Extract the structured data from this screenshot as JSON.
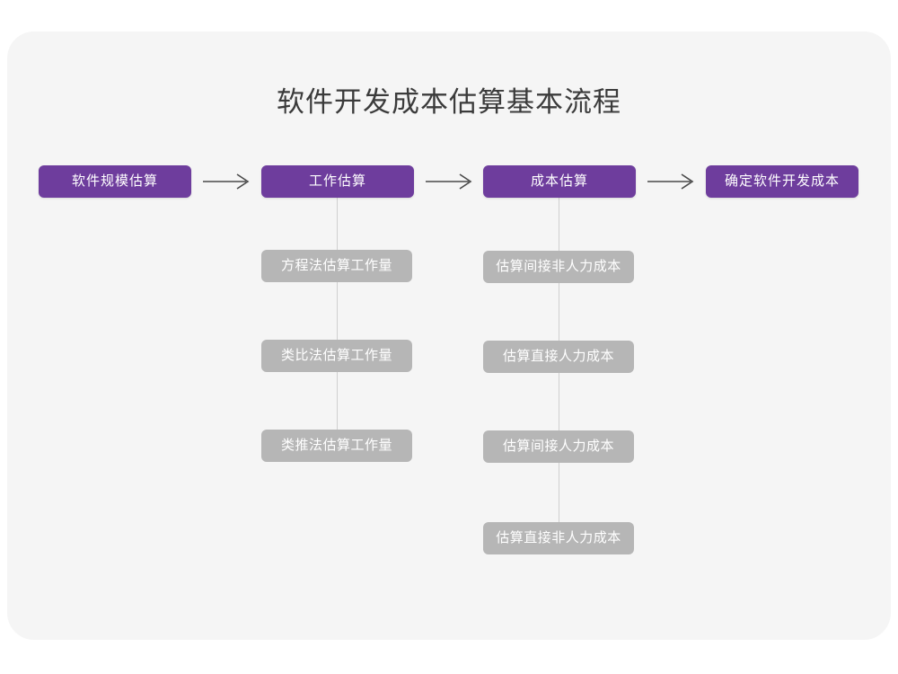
{
  "card": {
    "background_color": "#f5f5f5",
    "page_background_color": "#ffffff"
  },
  "title": "软件开发成本估算基本流程",
  "colors": {
    "primary_node": "#6e3d9d",
    "sub_node": "#b6b6b6",
    "node_text": "#ffffff",
    "title_text": "#3b3b3b",
    "connector_line": "#cfcfcf",
    "arrow": "#4a4a4a"
  },
  "chart_data": {
    "type": "flowchart",
    "title": "软件开发成本估算基本流程",
    "orientation": "left-to-right with vertical sub-branches",
    "stages": [
      {
        "id": "stage-1",
        "label": "软件规模估算",
        "sub_steps": []
      },
      {
        "id": "stage-2",
        "label": "工作估算",
        "sub_steps": [
          "方程法估算工作量",
          "类比法估算工作量",
          "类推法估算工作量"
        ]
      },
      {
        "id": "stage-3",
        "label": "成本估算",
        "sub_steps": [
          "估算间接非人力成本",
          "估算直接人力成本",
          "估算间接人力成本",
          "估算直接非人力成本"
        ]
      },
      {
        "id": "stage-4",
        "label": "确定软件开发成本",
        "sub_steps": []
      }
    ],
    "connectors": [
      {
        "from": "stage-1",
        "to": "stage-2",
        "glyph": "arrow-right"
      },
      {
        "from": "stage-2",
        "to": "stage-3",
        "glyph": "arrow-right"
      },
      {
        "from": "stage-3",
        "to": "stage-4",
        "glyph": "arrow-right"
      }
    ]
  },
  "stage1": {
    "label": "软件规模估算"
  },
  "stage2": {
    "label": "工作估算",
    "sub": [
      {
        "label": "方程法估算工作量"
      },
      {
        "label": "类比法估算工作量"
      },
      {
        "label": "类推法估算工作量"
      }
    ]
  },
  "stage3": {
    "label": "成本估算",
    "sub": [
      {
        "label": "估算间接非人力成本"
      },
      {
        "label": "估算直接人力成本"
      },
      {
        "label": "估算间接人力成本"
      },
      {
        "label": "估算直接非人力成本"
      }
    ]
  },
  "stage4": {
    "label": "确定软件开发成本"
  }
}
